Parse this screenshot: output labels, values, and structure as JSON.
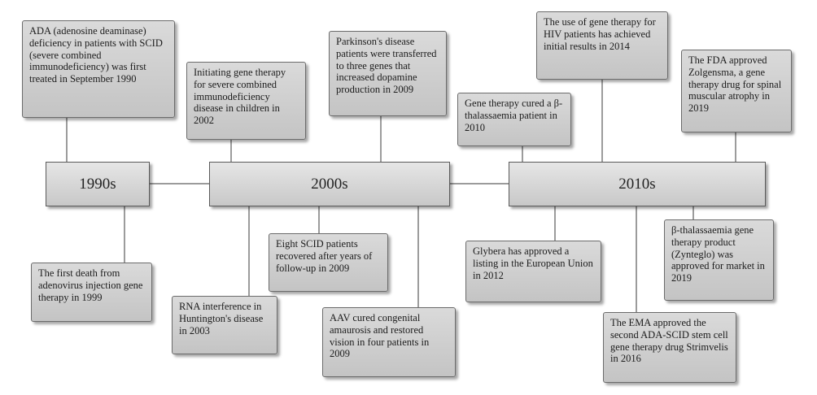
{
  "eras": [
    {
      "id": "era-1990s",
      "label": "1990s"
    },
    {
      "id": "era-2000s",
      "label": "2000s"
    },
    {
      "id": "era-2010s",
      "label": "2010s"
    }
  ],
  "events": [
    {
      "id": "ada-1990",
      "text": "ADA (adenosine deaminase) deficiency in patients with SCID (severe combined immunodeficiency) was first treated in September 1990"
    },
    {
      "id": "scid-children-2002",
      "text": "Initiating gene therapy for severe combined immunodeficiency disease in children in 2002"
    },
    {
      "id": "parkinsons-2009",
      "text": "Parkinson's disease patients were transferred to three genes that increased dopamine production in 2009"
    },
    {
      "id": "thalassaemia-2010",
      "text": "Gene therapy cured a β-thalassaemia patient in 2010"
    },
    {
      "id": "hiv-2014",
      "text": "The use of gene therapy for HIV patients has achieved initial results in 2014"
    },
    {
      "id": "zolgensma-2019",
      "text": "The FDA approved Zolgensma, a gene therapy drug for spinal muscular atrophy in 2019"
    },
    {
      "id": "death-1999",
      "text": "The first death from adenovirus injection gene therapy in 1999"
    },
    {
      "id": "rna-huntington-2003",
      "text": "RNA interference in Huntington's disease in 2003"
    },
    {
      "id": "scid-recovered-2009",
      "text": "Eight SCID patients recovered after years of follow-up in 2009"
    },
    {
      "id": "aav-amaurosis-2009",
      "text": "AAV cured congenital amaurosis and restored vision in four patients in 2009"
    },
    {
      "id": "glybera-2012",
      "text": "Glybera has approved a listing in the European Union in 2012"
    },
    {
      "id": "strimvelis-2016",
      "text": "The EMA approved the second ADA-SCID stem cell gene therapy drug Strimvelis in 2016"
    },
    {
      "id": "zynteglo-2019",
      "text": "β-thalassaemia gene therapy product (Zynteglo) was approved for market in 2019"
    }
  ]
}
